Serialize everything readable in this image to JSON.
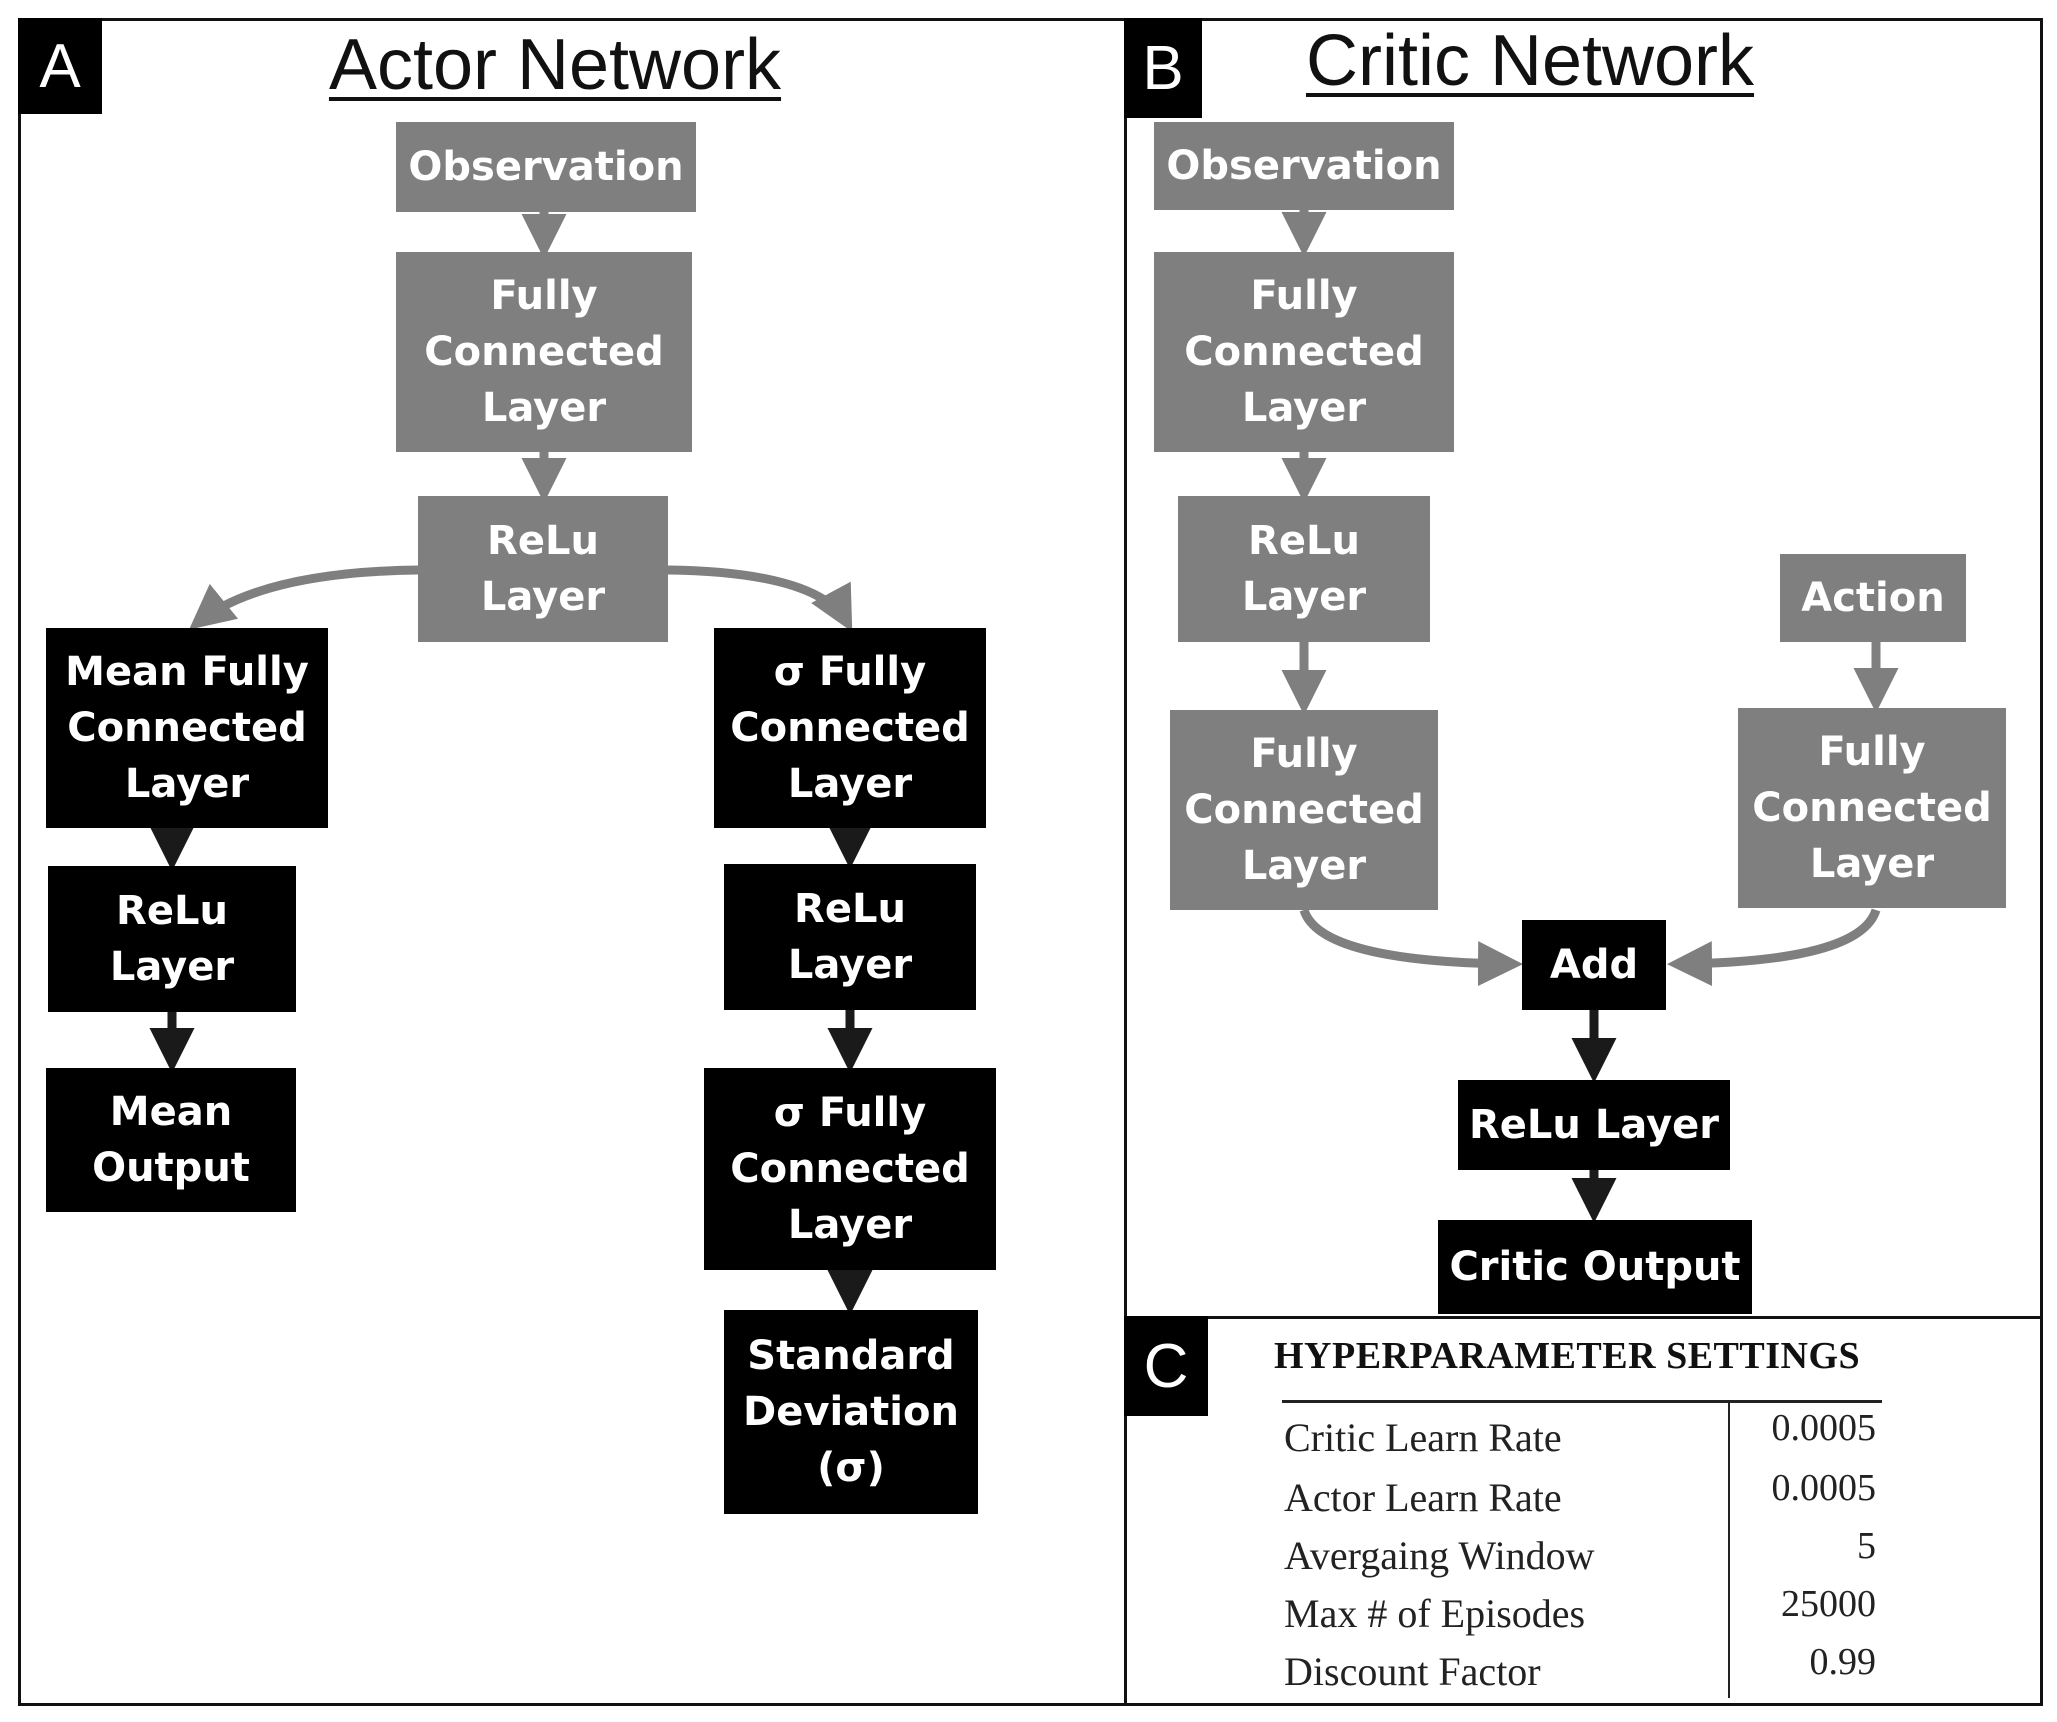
{
  "panels": {
    "actor": {
      "tag": "A",
      "title": "Actor Network"
    },
    "critic": {
      "tag": "B",
      "title": "Critic Network"
    },
    "hyper": {
      "tag": "C"
    }
  },
  "actor_nodes": {
    "observation": "Observation",
    "fc": "Fully\nConnected\nLayer",
    "relu": "ReLu\nLayer",
    "mean_fc": "Mean Fully\nConnected\nLayer",
    "mean_relu": "ReLu\nLayer",
    "mean_output": "Mean\nOutput",
    "sigma_fc": "σ Fully\nConnected\nLayer",
    "sigma_relu": "ReLu\nLayer",
    "sigma_fc2": "σ Fully\nConnected\nLayer",
    "std_dev": "Standard\nDeviation\n(σ)"
  },
  "critic_nodes": {
    "observation": "Observation",
    "fc": "Fully\nConnected\nLayer",
    "relu": "ReLu\nLayer",
    "fc2": "Fully\nConnected\nLayer",
    "action": "Action",
    "action_fc": "Fully\nConnected\nLayer",
    "add": "Add",
    "relu_layer": "ReLu Layer",
    "critic_output": "Critic Output"
  },
  "hyperparameters": {
    "title": "HYPERPARAMETER SETTINGS",
    "rows": [
      {
        "label": "Critic Learn Rate",
        "value": "0.0005"
      },
      {
        "label": "Actor Learn Rate",
        "value": "0.0005"
      },
      {
        "label": "Avergaing Window",
        "value": "5"
      },
      {
        "label": "Max # of Episodes",
        "value": "25000"
      },
      {
        "label": "Discount Factor",
        "value": "0.99"
      }
    ]
  },
  "colors": {
    "gray_node": "#7f7f7f",
    "black_node": "#000000",
    "gray_edge": "#7f7f7f",
    "black_edge": "#1a1a1a"
  }
}
